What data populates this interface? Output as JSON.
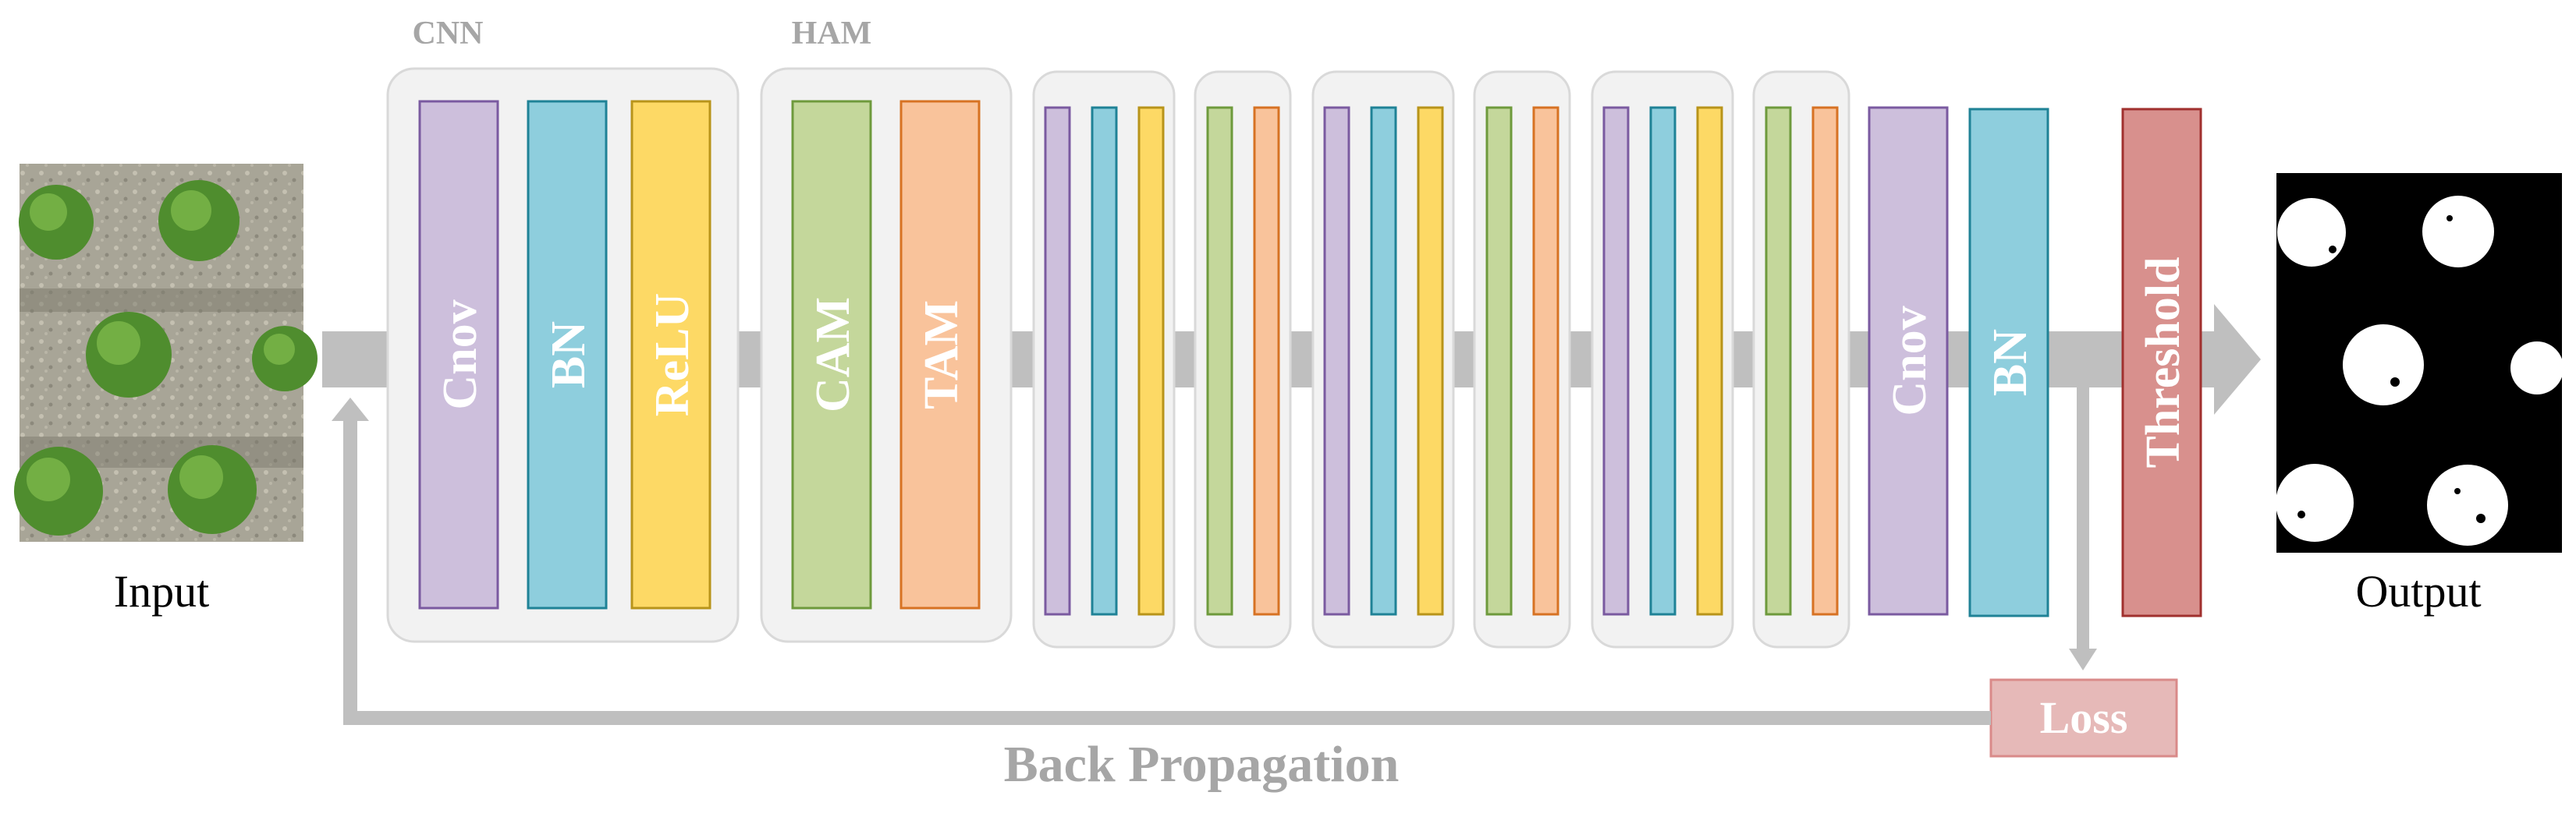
{
  "labels": {
    "input": "Input",
    "output": "Output",
    "cnn_group": "CNN",
    "ham_group": "HAM",
    "loss": "Loss",
    "back_propagation": "Back Propagation"
  },
  "layers": {
    "conv": "Cnov",
    "bn": "BN",
    "relu": "ReLU",
    "cam": "CAM",
    "tam": "TAM",
    "final_conv": "Cnov",
    "final_bn": "BN",
    "threshold": "Threshold"
  },
  "colors": {
    "conv": "#cdbfdc",
    "conv_stroke": "#7a5aa0",
    "bn": "#8ecedd",
    "bn_stroke": "#1f8296",
    "relu": "#fdd965",
    "relu_stroke": "#b8941a",
    "cam": "#c4d79b",
    "cam_stroke": "#6e9a3c",
    "tam": "#f9c39b",
    "tam_stroke": "#d77223",
    "threshold": "#d8908d",
    "threshold_stroke": "#a0302e",
    "loss": "#e6b9b8",
    "loss_stroke": "#d98a89",
    "arrow": "#bfbfbf",
    "group_bg": "#f2f2f2",
    "group_stroke": "#d9d9d9",
    "gray_text": "#a6a6a6"
  }
}
